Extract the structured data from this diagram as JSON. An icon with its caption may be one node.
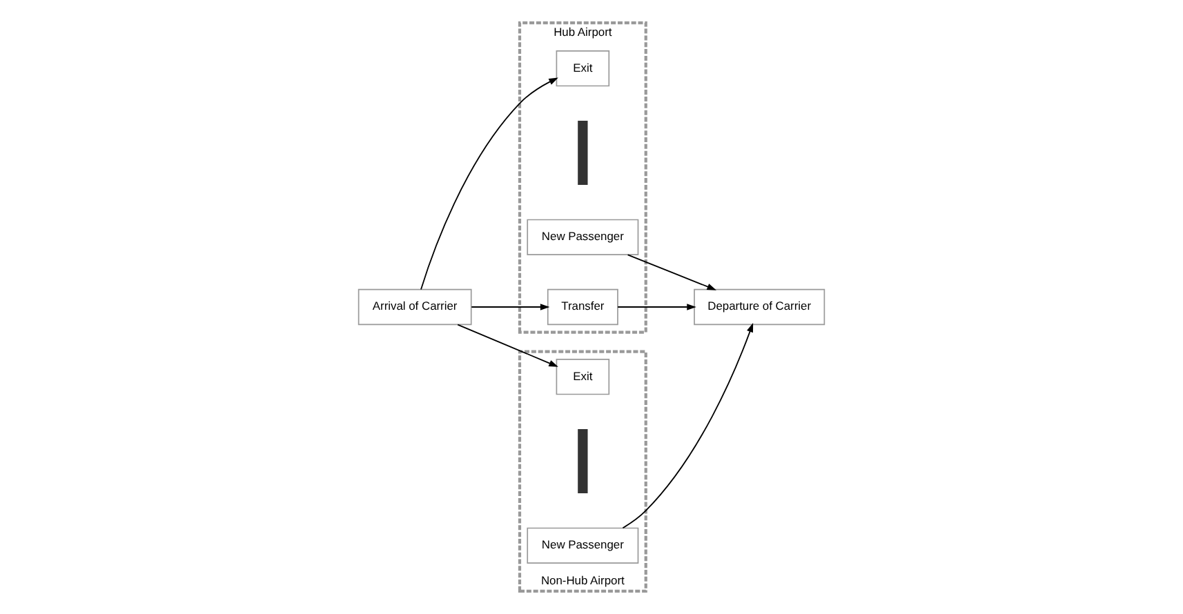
{
  "diagram": {
    "nodes": [
      {
        "text": [
          "Hub Airport"
        ]
      },
      {
        "text": [
          "Exit"
        ],
        "in": 0
      },
      {
        "text": [],
        "shape": "bar",
        "in": 0
      },
      {
        "text": [
          "New Passenger"
        ],
        "in": 0
      },
      {
        "text": [
          "Arrival of Carrier"
        ]
      },
      {
        "text": [
          "Transfer"
        ],
        "in": 0
      },
      {
        "text": [
          "Departure of Carrier"
        ]
      },
      {
        "text": [
          "Non-Hub Airport"
        ]
      },
      {
        "text": [
          "Exit"
        ],
        "in": 7
      },
      {
        "text": [],
        "shape": "bar",
        "in": 7
      },
      {
        "text": [
          "New Passenger"
        ],
        "in": 7
      }
    ],
    "edges": [
      {
        "from": 4,
        "to": 1,
        "arrow": "to"
      },
      {
        "from": 4,
        "to": 5,
        "arrow": "to"
      },
      {
        "from": 4,
        "to": 8,
        "arrow": "to"
      },
      {
        "from": 5,
        "to": 6,
        "arrow": "to"
      },
      {
        "from": 3,
        "to": 6,
        "arrow": "to"
      },
      {
        "from": 10,
        "to": 6,
        "arrow": "to"
      }
    ]
  }
}
